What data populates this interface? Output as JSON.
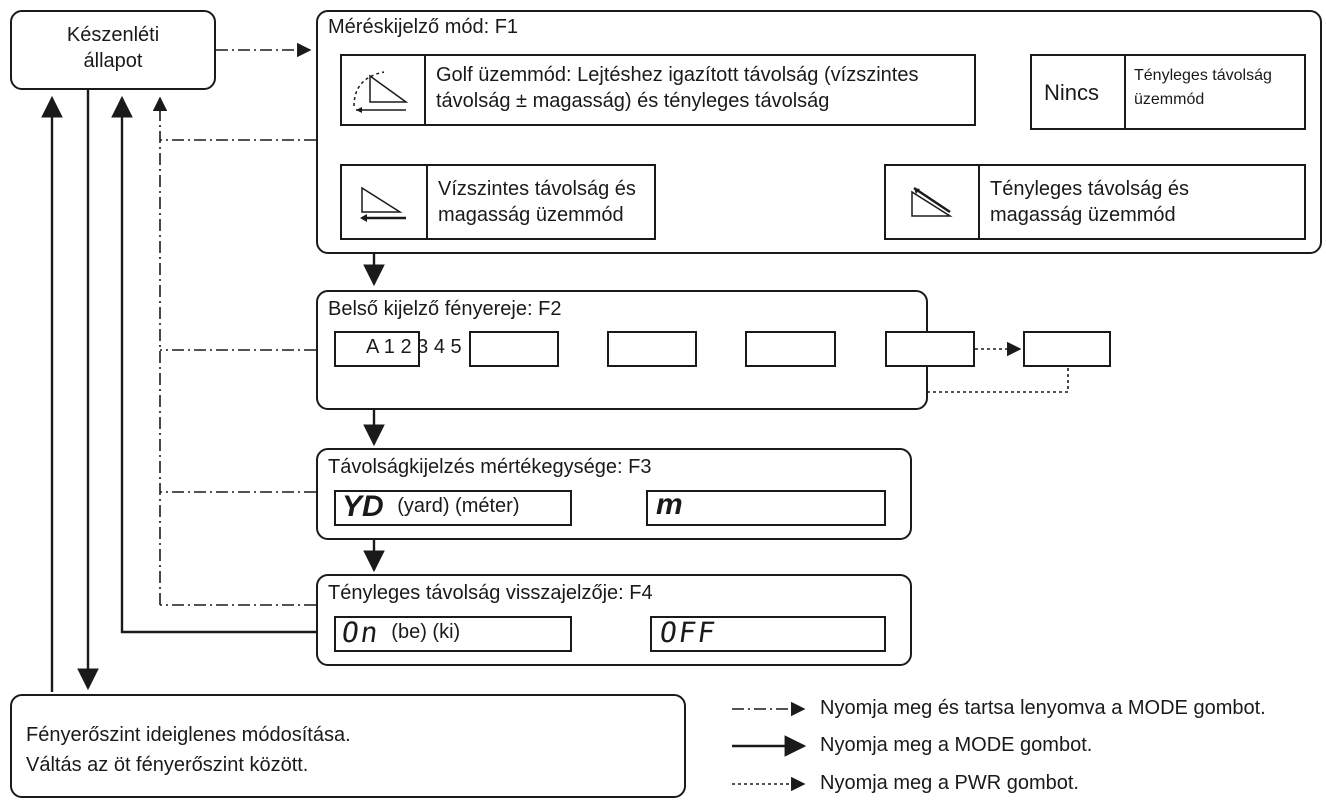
{
  "standby": {
    "line1": "Készenléti",
    "line2": "állapot"
  },
  "f1": {
    "title": "Méréskijelző mód: F1",
    "golf_line1": "Golf üzemmód: Lejtéshez igazított távolság (vízszintes",
    "golf_line2": "távolság ± magasság) és tényleges távolság",
    "none": "Nincs",
    "actual_line1": "Tényleges távolság",
    "actual_line2": "üzemmód",
    "actual_height_line1": "Tényleges távolság és",
    "actual_height_line2": "magasság üzemmód",
    "horiz_line1": "Vízszintes távolság és",
    "horiz_line2": "magasság üzemmód"
  },
  "f2": {
    "title": "Belső kijelző fényereje: F2",
    "levels": "A 1 2 3 4 5"
  },
  "f3": {
    "title": "Távolságkijelzés mértékegysége: F3",
    "yd": "YD",
    "yd_label": "(yard) (méter)",
    "m": "m"
  },
  "f4": {
    "title": "Tényleges távolság visszajelzője: F4",
    "on": "On",
    "on_label": "(be) (ki)",
    "off": "OFF"
  },
  "bottom": {
    "line1": "Fényerőszint ideiglenes módosítása.",
    "line2": "Váltás az öt fényerőszint között."
  },
  "legend": {
    "dashdot": "Nyomja meg és tartsa lenyomva a MODE gombot.",
    "solid": "Nyomja meg a MODE gombot.",
    "dotted": "Nyomja meg a PWR gombot."
  }
}
